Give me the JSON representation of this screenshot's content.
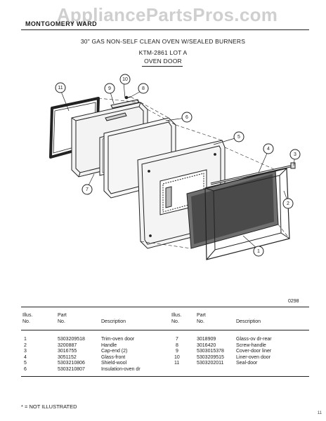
{
  "watermark": "AppliancePartsPros.com",
  "brand": "MONTGOMERY WARD",
  "header": {
    "title": "30\" GAS NON-SELF CLEAN OVEN W/SEALED BURNERS",
    "model": "KTM-2861 LOT A",
    "section": "OVEN DOOR"
  },
  "callouts": [
    "1",
    "2",
    "3",
    "4",
    "5",
    "6",
    "7",
    "8",
    "9",
    "10",
    "11",
    "7"
  ],
  "figure_code": "0298",
  "table": {
    "headers": {
      "illus": [
        "Illus.",
        "No."
      ],
      "part": [
        "Part",
        "No."
      ],
      "description": "Description"
    },
    "rows": [
      {
        "illus": "1",
        "part": "5303209518",
        "description": "Trim-oven door"
      },
      {
        "illus": "2",
        "part": "3200887",
        "description": "Handle"
      },
      {
        "illus": "3",
        "part": "3016755",
        "description": "Cap-end (2)"
      },
      {
        "illus": "4",
        "part": "3051152",
        "description": "Glass-front"
      },
      {
        "illus": "5",
        "part": "5303210806",
        "description": "Shield-wool"
      },
      {
        "illus": "6",
        "part": "5303210807",
        "description": "Insulation-oven dr"
      },
      {
        "illus": "7",
        "part": "3018909",
        "description": "Glass-ov dr-rear"
      },
      {
        "illus": "8",
        "part": "3016420",
        "description": "Screw-handle"
      },
      {
        "illus": "9",
        "part": "5303015378",
        "description": "Cover-door liner"
      },
      {
        "illus": "10",
        "part": "5303209515",
        "description": "Liner-oven door"
      },
      {
        "illus": "11",
        "part": "5303202011",
        "description": "Seal-door"
      }
    ]
  },
  "footnote": "* = NOT ILLUSTRATED",
  "corner_mark": "11"
}
